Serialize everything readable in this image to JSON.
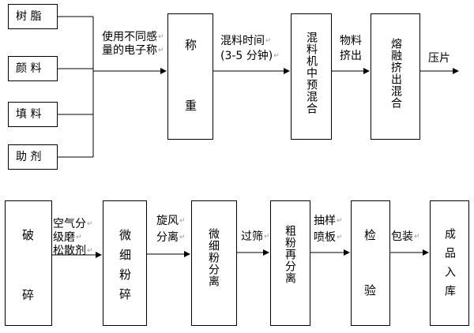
{
  "inputs": [
    "树 脂",
    "颜 料",
    "填 料",
    "助 剂"
  ],
  "weigh_label_1": "使用不同感",
  "weigh_label_2": "量的电子称",
  "return_mark": "↵",
  "weigh_box": {
    "line1": "称",
    "line2": "重"
  },
  "mix_label_1": "混料时间",
  "mix_label_2": "(3-5 分钟)",
  "premix_box": "混料机中预混合",
  "extrude_label_1": "物料",
  "extrude_label_2": "挤出",
  "melt_box": "熔融挤出混合",
  "press_label": "压片",
  "crush_box": {
    "line1": "破",
    "line2": "碎"
  },
  "grind_label": [
    "空气分",
    "级磨",
    "松散剂"
  ],
  "micro_crush_box": [
    "微",
    "细",
    "粉",
    "碎"
  ],
  "cyclone_label": [
    "旋风",
    "分离"
  ],
  "micro_sep_box": "微细粉分离",
  "sieve_label": "过筛",
  "coarse_box": "粗粉再分离",
  "sample_label": [
    "抽样",
    "喷板"
  ],
  "inspect_box": {
    "line1": "检",
    "line2": "验"
  },
  "pack_label": "包装",
  "store_box": "成品入库"
}
